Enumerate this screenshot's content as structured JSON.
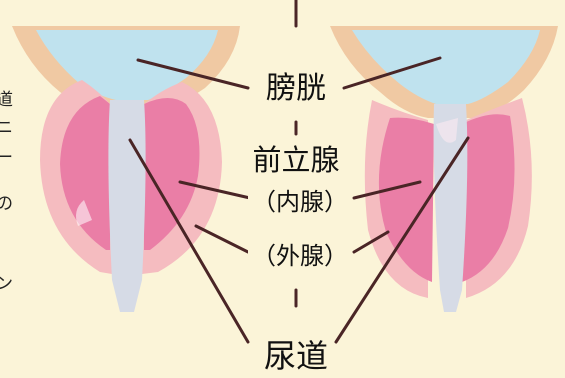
{
  "labels": {
    "bladder": "膀胱",
    "prostate": "前立腺",
    "inner_gland": "（内腺）",
    "outer_gland": "（外腺）",
    "urethra": "尿道"
  },
  "edge_text_cropped": [
    "道",
    "ニ",
    "ー",
    "の",
    "。",
    "ン",
    "。"
  ],
  "colors": {
    "background": "#fbf4d8",
    "bladder_fill": "#bfe2ee",
    "bladder_wall": "#f0c9a3",
    "outer_gland": "#f5bcc0",
    "inner_gland": "#ea7ea6",
    "urethra": "#d6dbe6",
    "leader_line": "#4a2526"
  }
}
